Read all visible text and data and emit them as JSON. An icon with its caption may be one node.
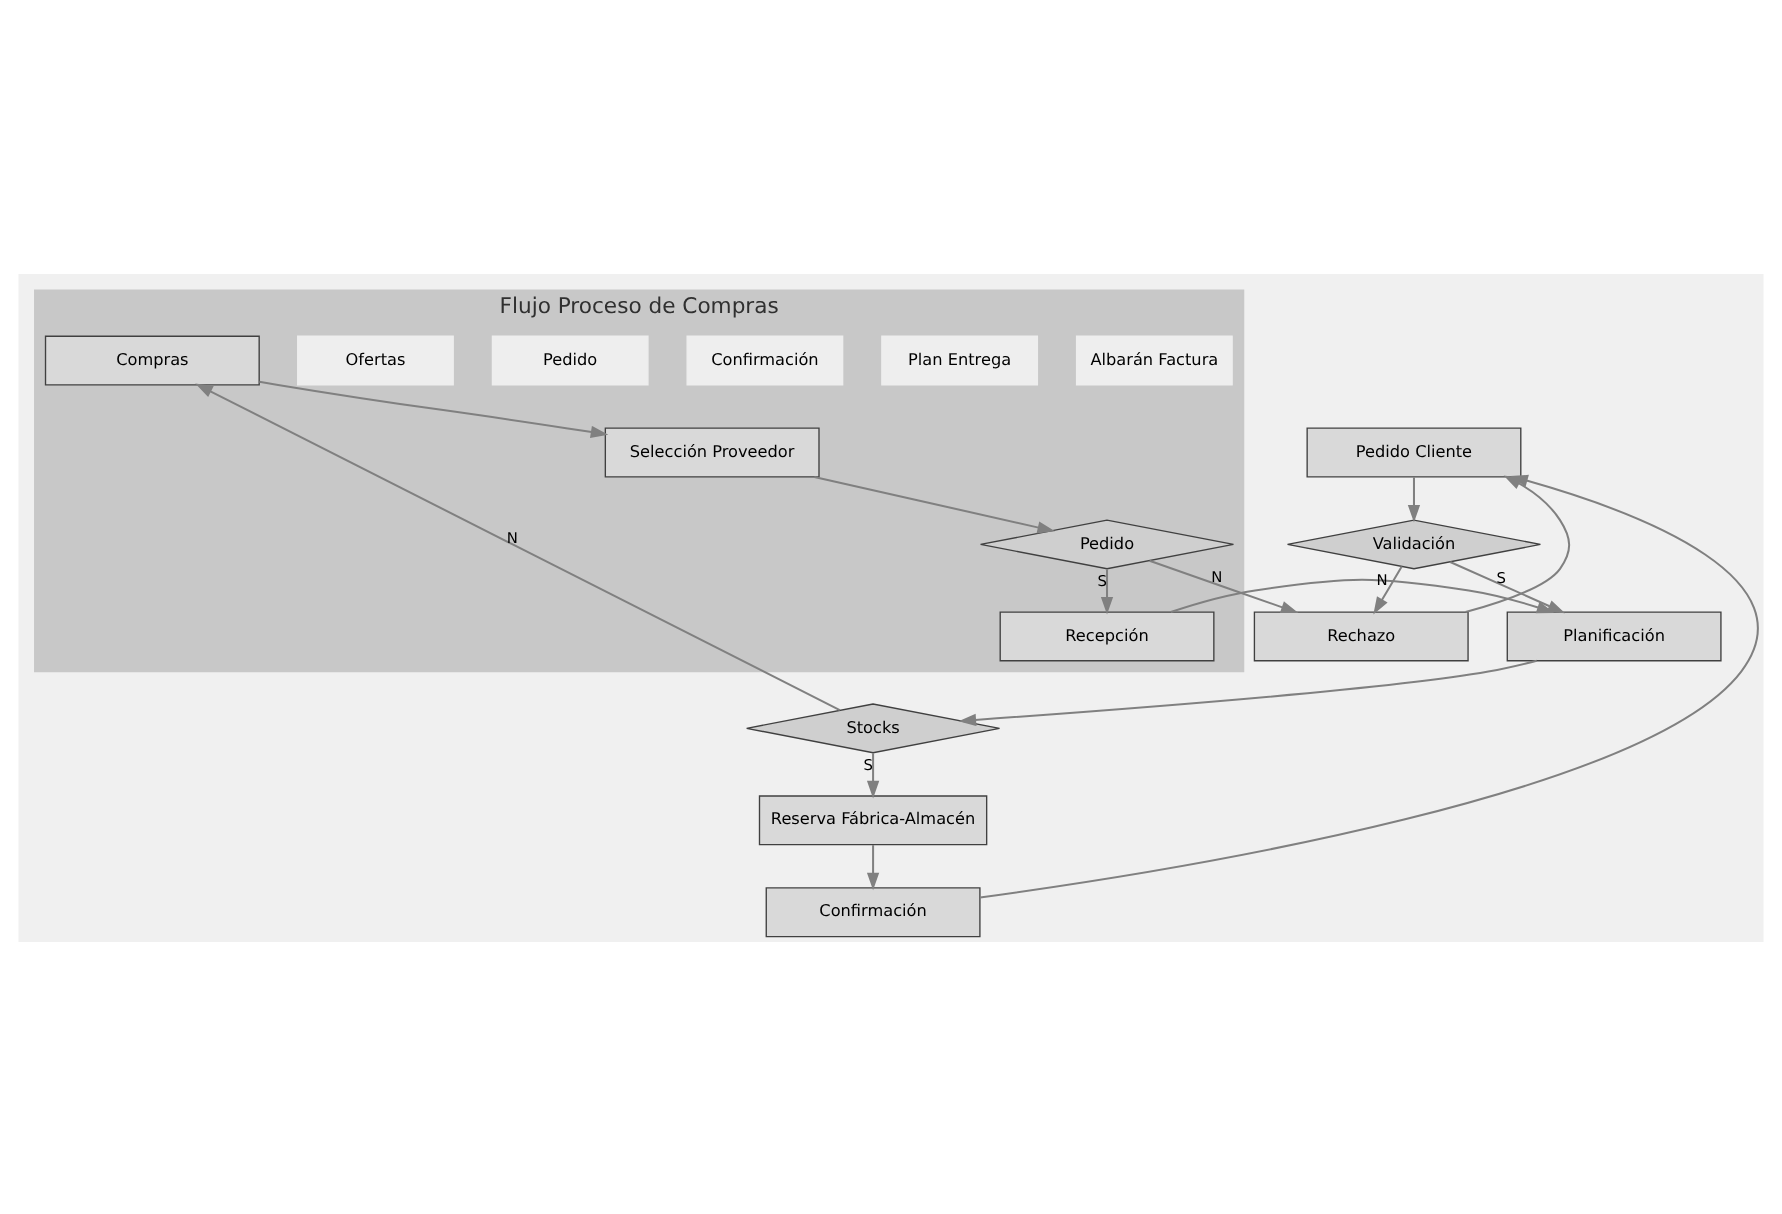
{
  "diagram": {
    "nodes": [
      {
        "text": [
          "Flujo Proceso de Compras"
        ]
      },
      {
        "text": [
          "Pedido Cliente"
        ]
      },
      {
        "text": [
          "Rechazo"
        ]
      },
      {
        "text": [
          "Validación"
        ]
      },
      {
        "text": [
          "Albarán Factura"
        ],
        "in": 0
      },
      {
        "text": [
          "Recepción"
        ],
        "in": 0
      },
      {
        "text": [
          "Planificación"
        ]
      },
      {
        "text": [
          "Plan Entrega"
        ],
        "in": 0
      },
      {
        "text": [
          "Confirmación"
        ],
        "in": 0
      },
      {
        "text": [
          "Pedido"
        ],
        "in": 0
      },
      {
        "text": [
          "Pedido"
        ],
        "in": 0
      },
      {
        "text": [
          "Ofertas"
        ],
        "in": 0
      },
      {
        "text": [
          "Selección Proveedor"
        ],
        "in": 0
      },
      {
        "text": [
          "Confirmación"
        ]
      },
      {
        "text": [
          "Compras"
        ],
        "in": 0
      },
      {
        "text": [
          "Stocks"
        ]
      },
      {
        "text": [
          "Reserva Fábrica-Almacén"
        ]
      }
    ],
    "edges": [
      {
        "from": 1,
        "to": 3,
        "arrow": "to"
      },
      {
        "from": 3,
        "to": 2,
        "arrow": "to",
        "label": "N"
      },
      {
        "from": 2,
        "to": 1,
        "arrow": "to"
      },
      {
        "from": 3,
        "to": 6,
        "arrow": "to",
        "label": "S"
      },
      {
        "from": 5,
        "to": 6,
        "arrow": "to"
      },
      {
        "from": 6,
        "to": 15,
        "arrow": "to"
      },
      {
        "from": 10,
        "to": 5,
        "arrow": "to",
        "label": "S"
      },
      {
        "from": 10,
        "to": 2,
        "arrow": "to",
        "label": "N"
      },
      {
        "from": 12,
        "to": 10,
        "arrow": "to"
      },
      {
        "from": 14,
        "to": 12,
        "arrow": "to"
      },
      {
        "from": 15,
        "to": 14,
        "arrow": "to",
        "label": "N"
      },
      {
        "from": 15,
        "to": 16,
        "arrow": "to",
        "label": "S"
      },
      {
        "from": 16,
        "to": 13,
        "arrow": "to"
      },
      {
        "from": 13,
        "to": 1,
        "arrow": "to"
      }
    ]
  }
}
